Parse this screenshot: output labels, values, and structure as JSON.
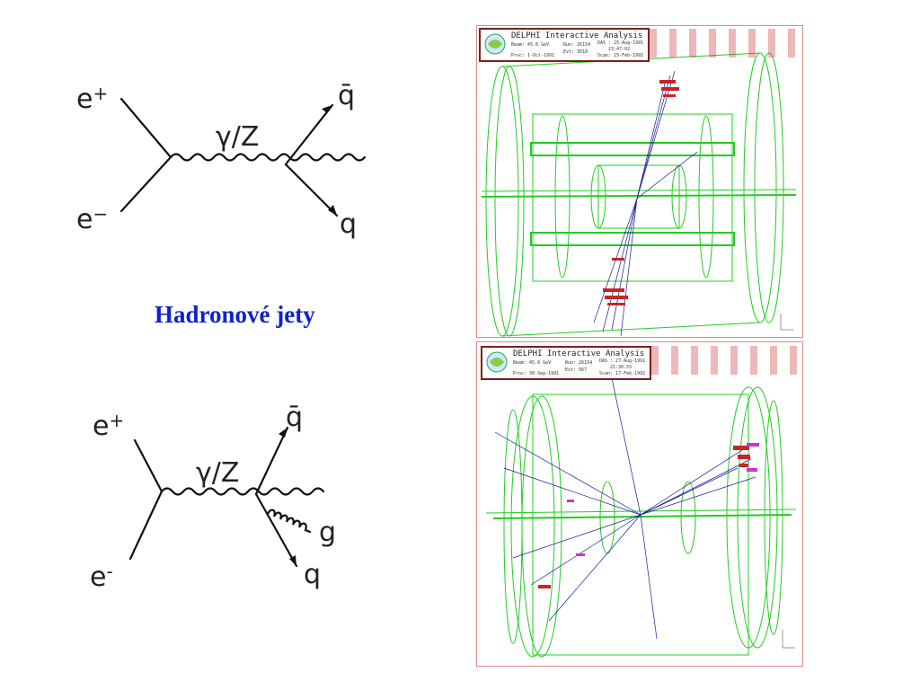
{
  "caption": "Hadronové jety",
  "diagram1": {
    "labels": {
      "e_plus": "e",
      "e_minus": "e",
      "boson": "γ/Z",
      "qbar": "q̄",
      "q": "q"
    },
    "plus": "+",
    "minus": "−"
  },
  "diagram2": {
    "labels": {
      "e_plus": "e",
      "e_minus": "e",
      "boson": "γ/Z",
      "qbar": "q̄",
      "q": "q",
      "g": "g"
    },
    "plus": "+",
    "minus": "-"
  },
  "event1": {
    "title": "DELPHI Interactive Analysis",
    "beam": "Beam: 45.6 GeV",
    "proc": "Proc: 1-Oct-1991",
    "run": "Run: 26154",
    "evt": "Evt: 3018",
    "das": "DAS : 25-Aug-1991",
    "time": "23:47:02",
    "scan": "Scan: 15-Feb-1992"
  },
  "event2": {
    "title": "DELPHI Interactive Analysis",
    "beam": "Beam: 45.6 GeV",
    "proc": "Proc: 30-Sep-1991",
    "run": "Run: 26154",
    "evt": "Evt: 567",
    "das": "DAS : 27-Aug-1991",
    "time": "21:30:55",
    "scan": "Scan: 17-Feb-1992"
  },
  "colors": {
    "detector": "#22cc22",
    "tracks": "#1a1a9a",
    "hits": "#cc2222",
    "caption": "#1020d0",
    "frame": "#7a2020"
  }
}
